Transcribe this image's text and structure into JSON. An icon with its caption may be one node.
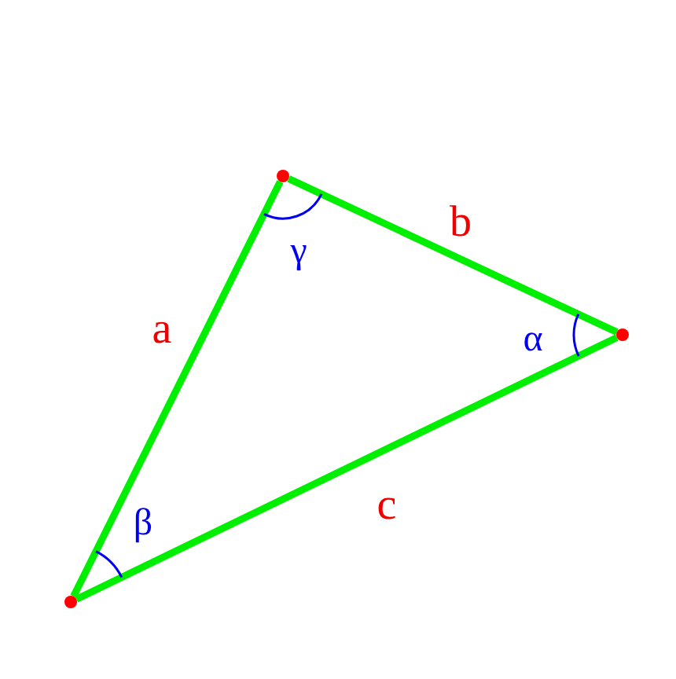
{
  "diagram": {
    "nodes": [
      {
        "text": [],
        "shape": "circle"
      },
      {
        "text": [],
        "shape": "circle"
      },
      {
        "text": [],
        "shape": "circle"
      }
    ],
    "edges": [
      {
        "from": 2,
        "to": 0,
        "arrow": "none",
        "label": "a"
      },
      {
        "from": 0,
        "to": 1,
        "arrow": "none",
        "label": "b"
      },
      {
        "from": 2,
        "to": 1,
        "arrow": "none",
        "label": "c"
      }
    ],
    "labels": [
      "γ",
      "α",
      "β"
    ]
  }
}
